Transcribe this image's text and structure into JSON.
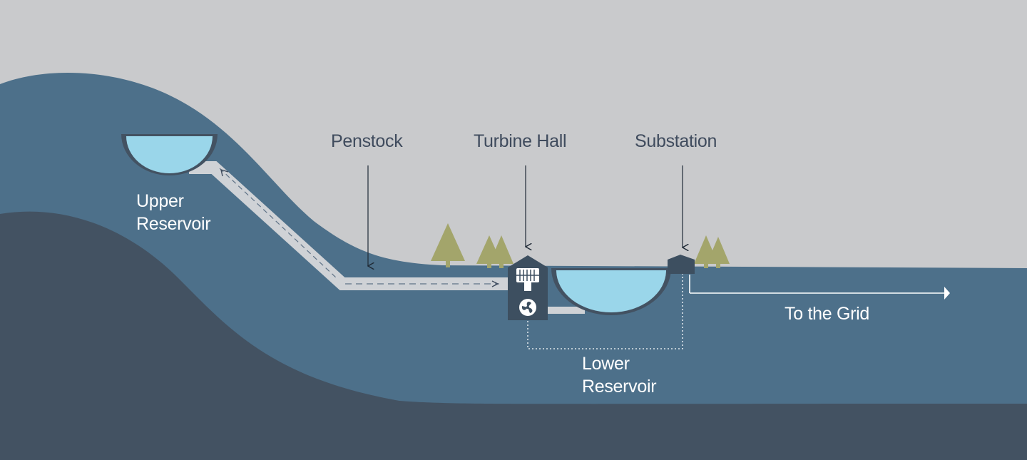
{
  "colors": {
    "sky": "#c9cacc",
    "hill": "#4d708a",
    "ground_dark": "#435262",
    "water": "#9ad6ea",
    "pipe": "#cfd2d6",
    "building": "#3d4f60",
    "tree": "#a3a56b",
    "label_dark": "#3f4b5d",
    "label_light": "#ffffff"
  },
  "labels": {
    "penstock": "Penstock",
    "turbine_hall": "Turbine Hall",
    "substation": "Substation",
    "upper_reservoir": [
      "Upper",
      "Reservoir"
    ],
    "lower_reservoir": [
      "Lower",
      "Reservoir"
    ],
    "to_grid": "To the Grid"
  },
  "icons": {
    "generator": "generator-icon",
    "turbine": "fan-icon",
    "tree": "pine-tree-icon",
    "grid_arrow": "arrow-right-icon"
  }
}
